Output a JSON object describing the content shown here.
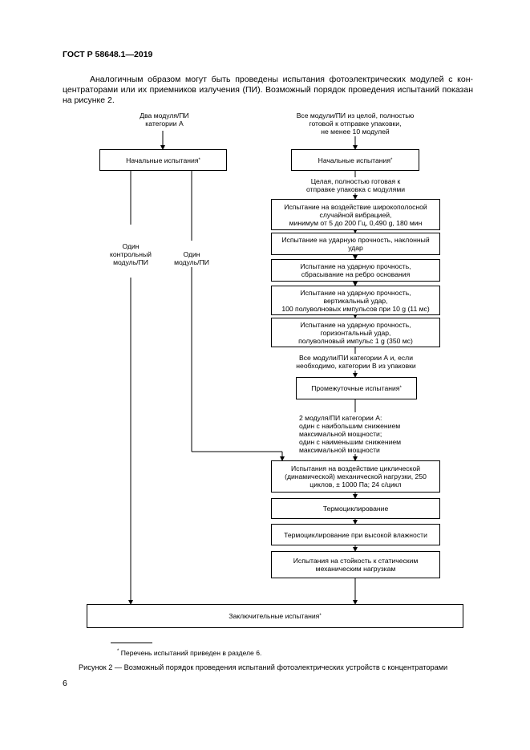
{
  "header": {
    "title": "ГОСТ Р 58648.1—2019"
  },
  "intro": {
    "lines": [
      "Аналогичным образом могут быть проведены испытания фотоэлектрических модулей с кон-",
      "центраторами или их приемников излучения (ПИ). Возможный порядок проведения испытаний показан",
      "на рисунке 2."
    ]
  },
  "flow": {
    "left_source": [
      "Два модуля/ПИ",
      "категории А"
    ],
    "right_source": [
      "Все модули/ПИ из целой, полностью",
      "готовой к отправке упаковки,",
      "не менее 10 модулей"
    ],
    "left_initial": "Начальные испытания",
    "right_initial": "Начальные испытания",
    "note_mark": "*",
    "after_initial": [
      "Целая, полностью готовая к",
      "отправке упаковка с модулями"
    ],
    "control_label": [
      "Один",
      "контрольный",
      "модуль/ПИ"
    ],
    "single_label": [
      "Один",
      "модуль/ПИ"
    ],
    "steps": [
      [
        "Испытание на воздействие широкополосной",
        "случайной вибрацией,",
        "минимум  от 5 до 200 Гц, 0,490 g, 180 мин"
      ],
      [
        "Испытание на ударную прочность, наклонный",
        "удар"
      ],
      [
        "Испытание на ударную прочность,",
        "сбрасывание на ребро основания"
      ],
      [
        "Испытание на ударную прочность,",
        "вертикальный удар,",
        "100 полуволновых импульсов при 10 g (11 мс)"
      ],
      [
        "Испытание на ударную прочность,",
        "горизонтальный удар,",
        "полуволновый импульс 1 g (350 мс)"
      ]
    ],
    "after_shock": [
      "Все модули/ПИ категории А и, если",
      "необходимо, категории В из упаковки"
    ],
    "intermediate": "Промежуточные испытания",
    "selection": [
      "2 модуля/ПИ категории А:",
      "один с наибольшим снижением",
      "максимальной мощности;",
      "один с наименьшим снижением",
      "максимальной мощности"
    ],
    "mech_steps": [
      [
        "Испытания на воздействие циклической",
        "(динамической) механической нагрузки, 250",
        "циклов, ± 1000 Па; 24 с/цикл"
      ],
      [
        "Термоциклирование"
      ],
      [
        "Термоциклирование при высокой влажности"
      ],
      [
        "Испытания на стойкость к статическим",
        "механическим нагрузкам"
      ]
    ],
    "final": "Заключительные испытания"
  },
  "footnote": {
    "mark": "*",
    "text": "Перечень испытаний приведен в разделе 6."
  },
  "caption": "Рисунок 2 — Возможный порядок проведения испытаний фотоэлектрических устройств с концентраторами",
  "page_number": "6"
}
